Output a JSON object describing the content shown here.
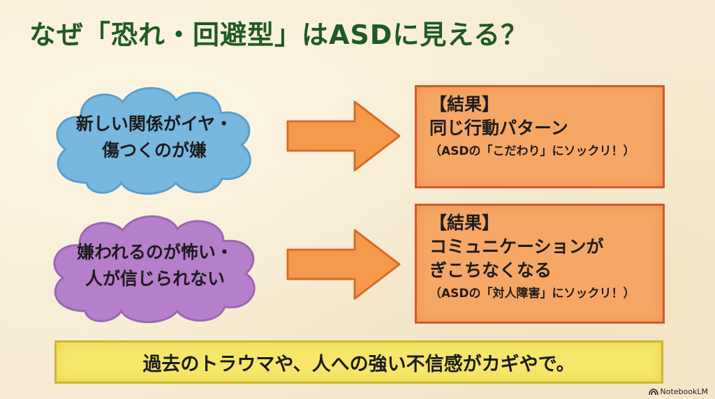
{
  "title": "なぜ「恐れ・回避型」はASDに見える？",
  "rows": [
    {
      "cause_lines": [
        "新しい関係がイヤ・",
        "傷つくのが嫌"
      ],
      "cloud_fill": "#79b8de",
      "cloud_stroke": "#5a9fcc",
      "result_lines": [
        "【結果】",
        "同じ行動パターン"
      ],
      "result_note": "（ASDの「こだわり」にソックリ！）"
    },
    {
      "cause_lines": [
        "嫌われるのが怖い・",
        "人が信じられない"
      ],
      "cloud_fill": "#b57fc9",
      "cloud_stroke": "#9a66b3",
      "result_lines": [
        "【結果】",
        "コミュニケーションが",
        "ぎこちなくなる"
      ],
      "result_note": "（ASDの「対人障害」にソックリ！）"
    }
  ],
  "arrow_color": "#f49a4a",
  "arrow_stroke": "#d96a2a",
  "summary": "過去のトラウマや、人への強い不信感がカギやで。",
  "brand": "NotebookLM"
}
